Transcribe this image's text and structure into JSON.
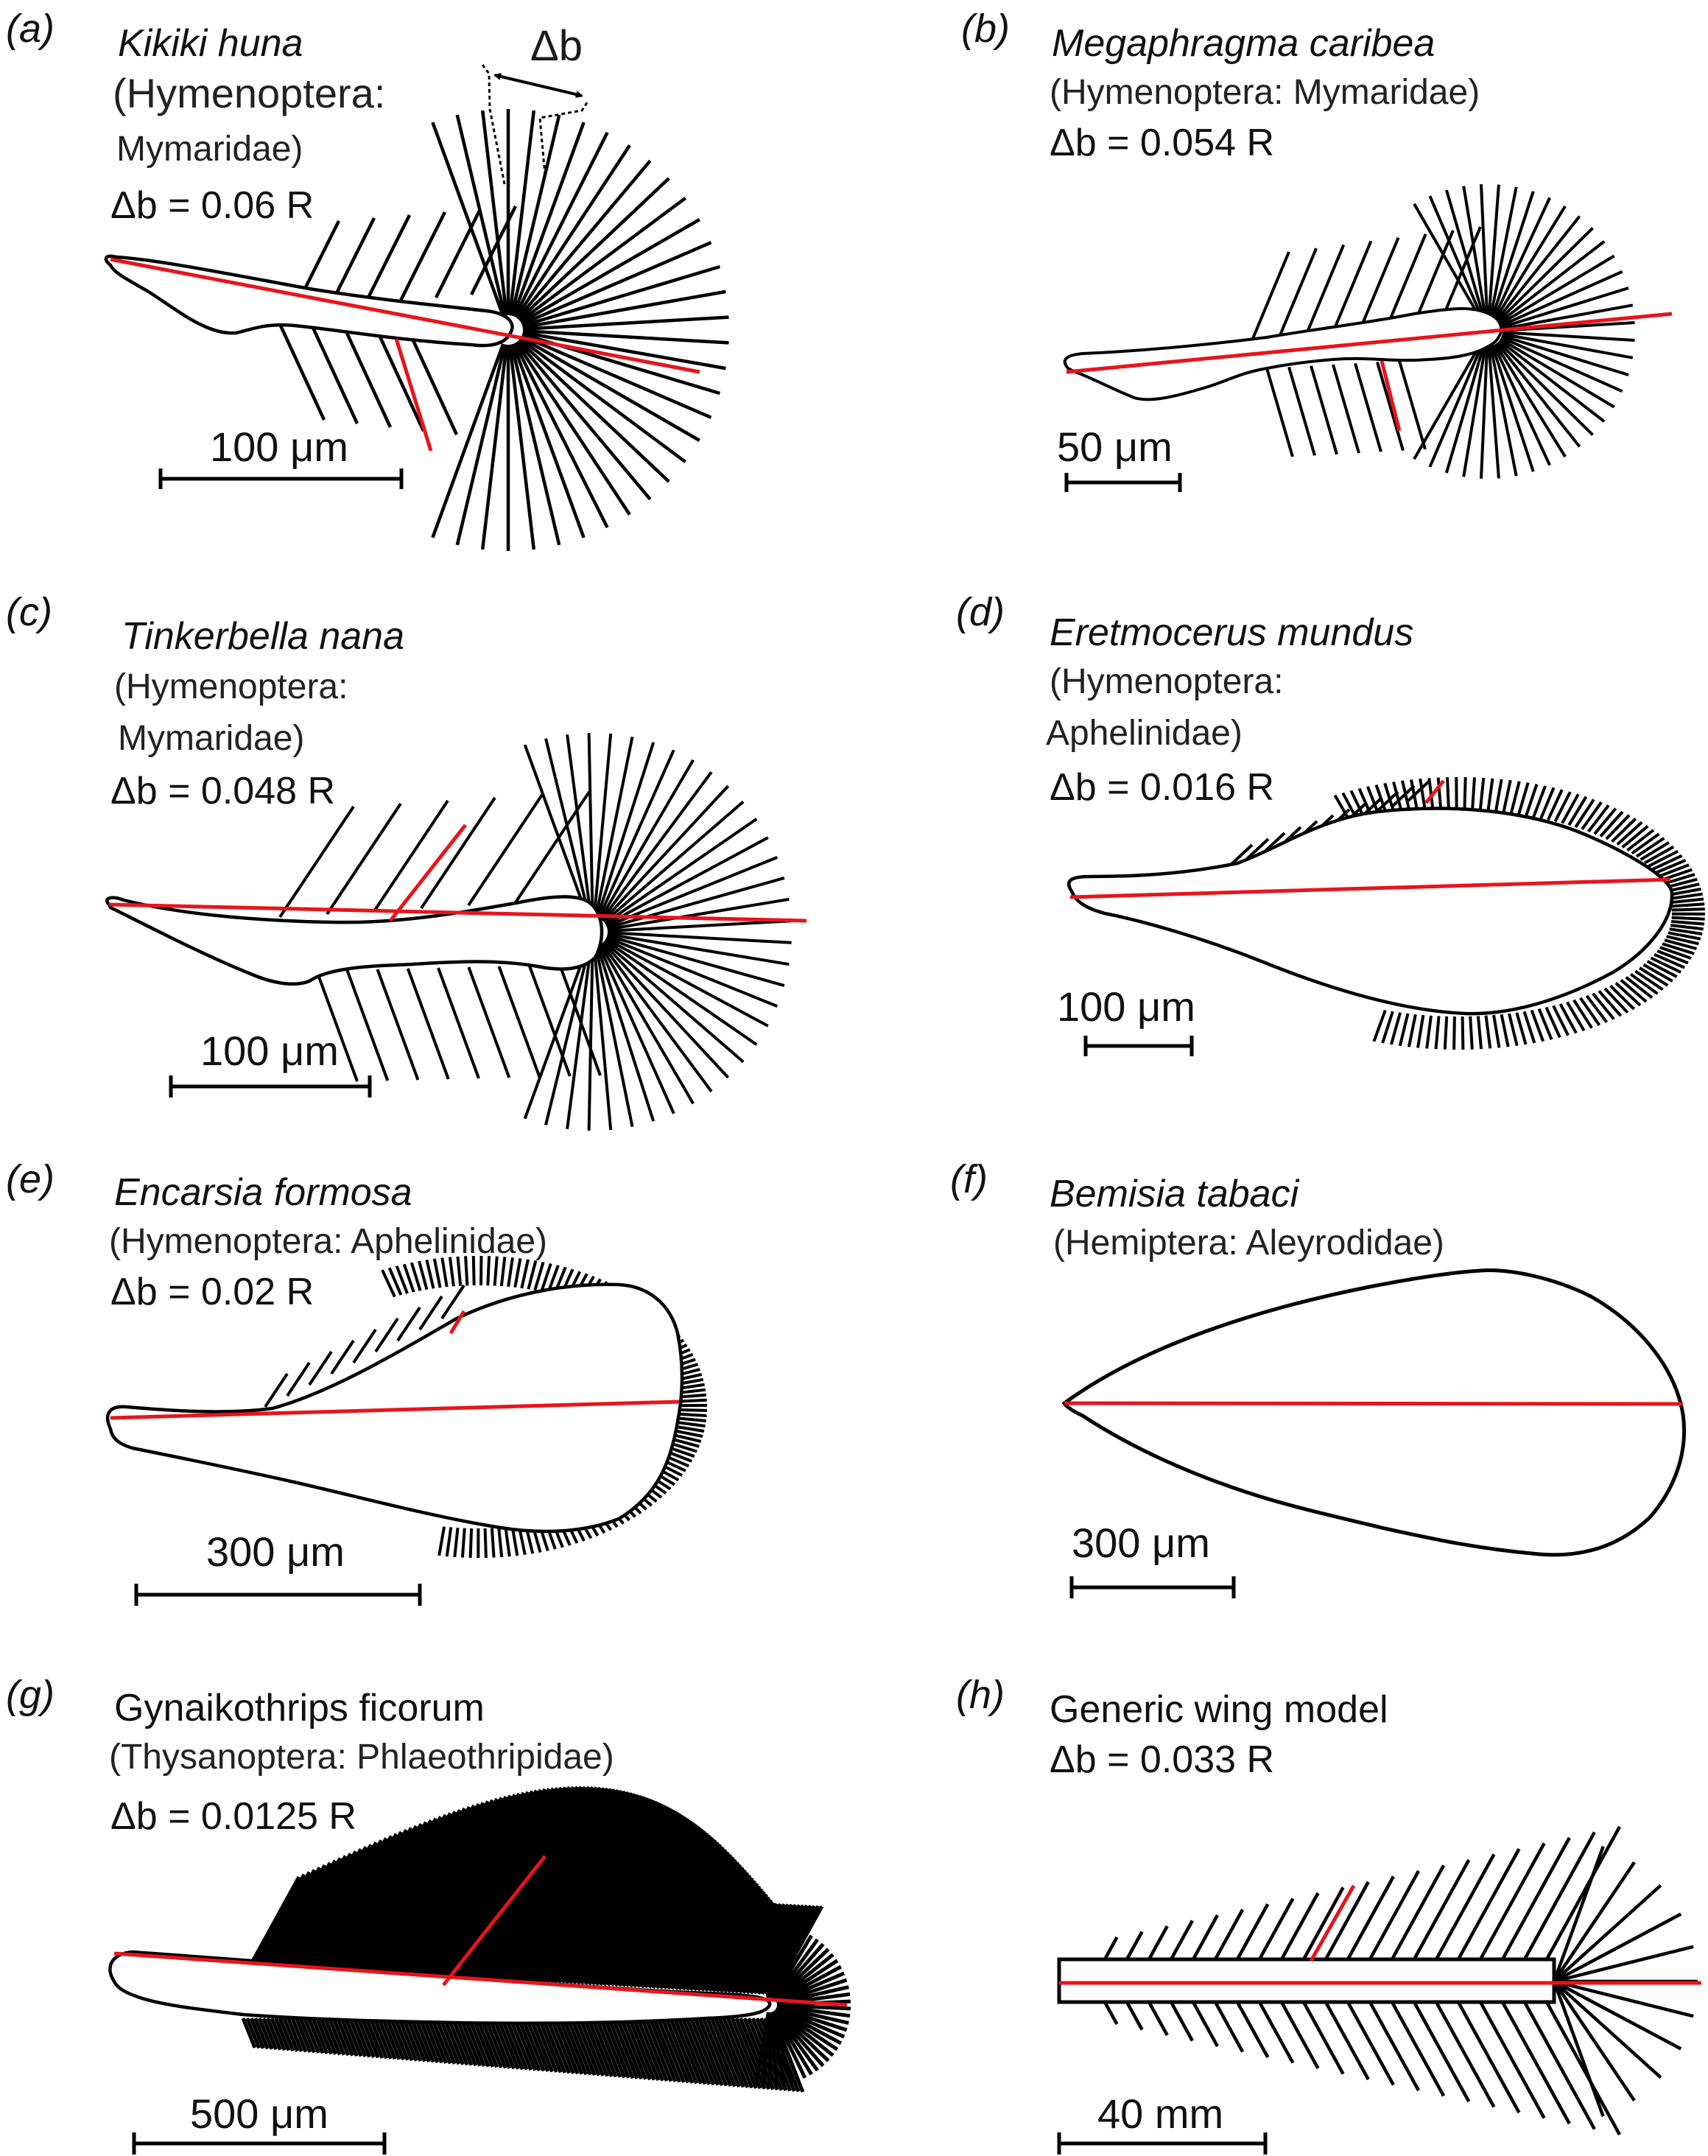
{
  "panels": [
    {
      "label": "(a)",
      "species": "Kikiki huna",
      "taxon_1": "(Hymenoptera:",
      "taxon_2": "Mymaridae)",
      "delta_b": "Δb = 0.06 R",
      "scale": "100 μm"
    },
    {
      "label": "(b)",
      "species": "Megaphragma caribea",
      "taxon_1": "(Hymenoptera: Mymaridae)",
      "delta_b": "Δb = 0.054 R",
      "scale": "50 μm"
    },
    {
      "label": "(c)",
      "species": "Tinkerbella nana",
      "taxon_1": "(Hymenoptera:",
      "taxon_2": "Mymaridae)",
      "delta_b": "Δb = 0.048 R",
      "scale": "100 μm"
    },
    {
      "label": "(d)",
      "species": "Eretmocerus mundus",
      "taxon_1": "(Hymenoptera:",
      "taxon_2": "Aphelinidae)",
      "delta_b": "Δb = 0.016 R",
      "scale": "100 μm"
    },
    {
      "label": "(e)",
      "species": "Encarsia formosa",
      "taxon_1": "(Hymenoptera: Aphelinidae)",
      "delta_b": "Δb = 0.02 R",
      "scale": "300 μm"
    },
    {
      "label": "(f)",
      "species": "Bemisia tabaci",
      "taxon_1": "(Hemiptera: Aleyrodidae)",
      "scale": "300 μm"
    },
    {
      "label": "(g)",
      "species": "Gynaikothrips ficorum",
      "taxon_1": "(Thysanoptera: Phlaeothripidae)",
      "delta_b": "Δb = 0.0125 R",
      "scale": "500 μm"
    },
    {
      "label": "(h)",
      "species": "Generic wing model",
      "delta_b": "Δb = 0.033 R",
      "scale": "40 mm"
    }
  ],
  "annotation": "Δb",
  "colors": {
    "outline": "#000000",
    "chord": "#e8141c"
  }
}
